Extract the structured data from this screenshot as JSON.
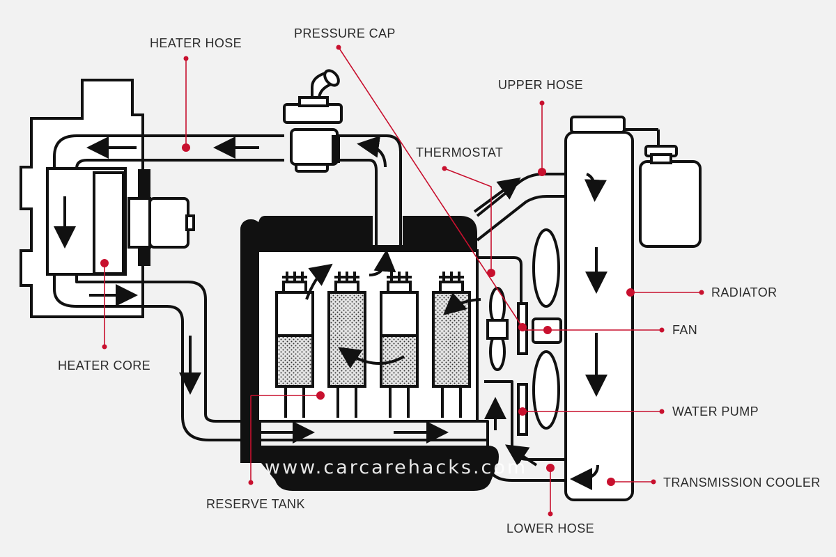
{
  "labels": {
    "heater_hose": "HEATER HOSE",
    "pressure_cap": "PRESSURE CAP",
    "upper_hose": "UPPER HOSE",
    "thermostat": "THERMOSTAT",
    "radiator": "RADIATOR",
    "fan": "FAN",
    "water_pump": "WATER PUMP",
    "transmission_cooler": "TRANSMISSION COOLER",
    "lower_hose": "LOWER HOSE",
    "reserve_tank": "RESERVE TANK",
    "heater_core": "HEATER CORE"
  },
  "watermark": "www.carcarehacks.com",
  "colors": {
    "background": "#f2f2f2",
    "line": "#111111",
    "callout": "#c8102e",
    "label_text": "#2b2b2b"
  }
}
